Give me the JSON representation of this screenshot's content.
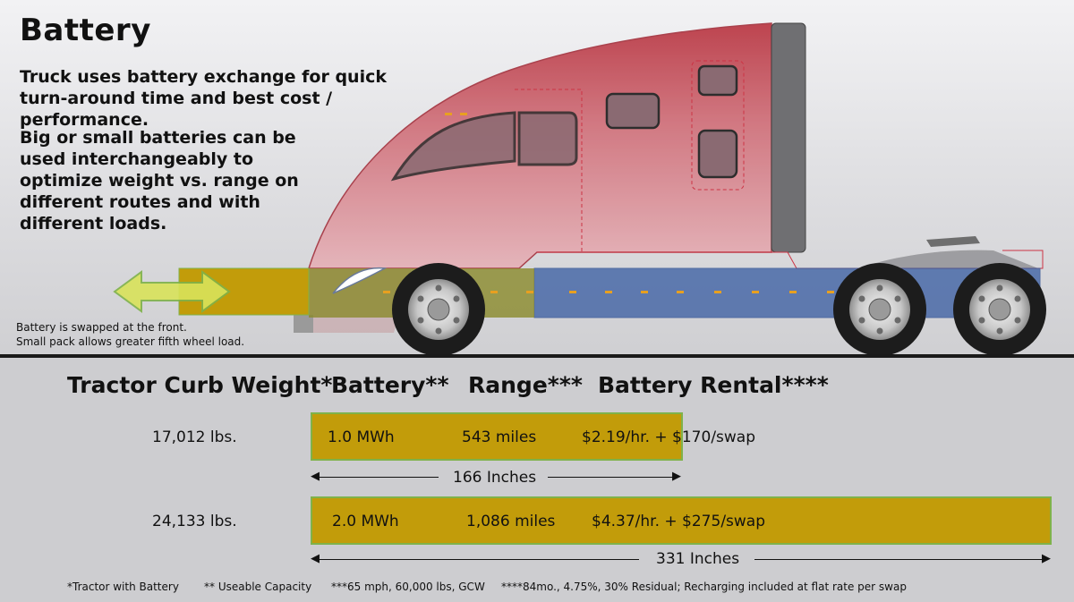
{
  "title": "Battery",
  "intro": {
    "p1": "Truck uses battery exchange for quick turn-around time and best cost / performance.",
    "p2": "Big or small batteries can be used interchangeably to optimize weight vs. range on different routes and with different loads."
  },
  "swap_note": {
    "line1": "Battery is swapped at the front.",
    "line2": "Small pack allows greater fifth wheel load."
  },
  "table": {
    "headers": {
      "weight": "Tractor Curb Weight*",
      "battery": "Battery**",
      "range": "Range***",
      "rental": "Battery Rental****"
    },
    "rows": [
      {
        "weight": "17,012 lbs.",
        "battery": "1.0 MWh",
        "range": "543 miles",
        "rental": "$2.19/hr. + $170/swap",
        "length": "166 Inches"
      },
      {
        "weight": "24,133 lbs.",
        "battery": "2.0 MWh",
        "range": "1,086 miles",
        "rental": "$4.37/hr. + $275/swap",
        "length": "331 Inches"
      }
    ]
  },
  "footnotes": {
    "f1": "*Tractor with Battery",
    "f2": "** Useable Capacity",
    "f3": "***65 mph, 60,000 lbs, GCW",
    "f4": "****84mo., 4.75%, 30% Residual; Recharging included at flat rate per swap"
  },
  "colors": {
    "battery_bar": "#c29c0a",
    "bar_border": "#7fb24a",
    "truck_body": "#d98a94",
    "chassis_battery": "#4a6aa8"
  }
}
